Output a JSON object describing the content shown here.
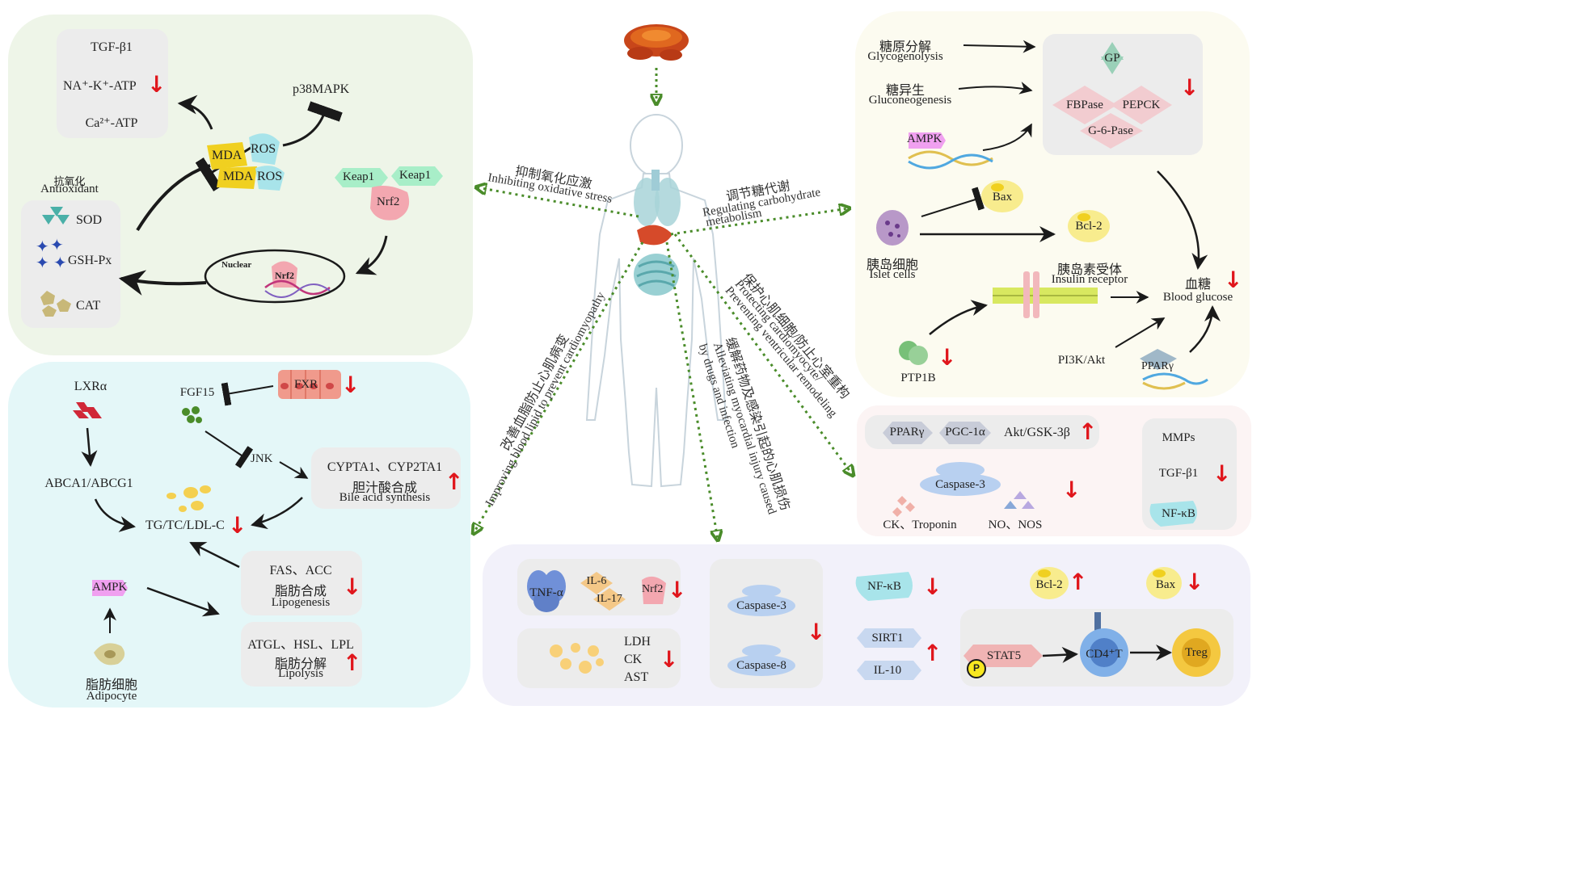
{
  "colors": {
    "red_arrow": "#e0161c",
    "green_dots": "#4a8c2a",
    "p1": "#eef5e8",
    "p2": "#fcfbf0",
    "p3": "#e4f7f8",
    "p4": "#fcf4f4",
    "p5": "#f2f1fa"
  },
  "pathways": {
    "ox": {
      "cn": "抑制氧化应激",
      "en": "Inhibiting oxidative stress"
    },
    "carb": {
      "cn": "调节糖代谢",
      "en1": "Regulating carbohydrate",
      "en2": "metabolism"
    },
    "lipid": {
      "cn": "改善血脂防止心肌病变",
      "en": "Improving blood lipid to prevent cardiomyopathy"
    },
    "drug": {
      "cn": "缓解药物及感染引起的心肌损伤",
      "en1": "Alleviating myocardial injury caused",
      "en2": "by drugs and infection"
    },
    "remodel": {
      "cn": "保护心肌细胞/防止心室重构",
      "en1": "Protecting cardiomyocyte/",
      "en2": "Preventing ventricular remodeling"
    }
  },
  "p1": {
    "tgf": "TGF-β1",
    "na": "NA⁺-K⁺-ATP",
    "ca": "Ca²⁺-ATP",
    "p38": "p38MAPK",
    "mda": "MDA",
    "ros": "ROS",
    "keap1": "Keap1",
    "nrf2": "Nrf2",
    "nuclear": "Nuclear",
    "antiox_cn": "抗氧化",
    "antiox_en": "Antioxidant",
    "sod": "SOD",
    "gsh": "GSH-Px",
    "cat": "CAT"
  },
  "p2": {
    "glyco_cn": "糖原分解",
    "glyco_en": "Glycogenolysis",
    "gluco_cn": "糖异生",
    "gluco_en": "Gluconeogenesis",
    "gp": "GP",
    "fbpase": "FBPase",
    "pepck": "PEPCK",
    "g6pase": "G-6-Pase",
    "ampk": "AMPK",
    "bax": "Bax",
    "bcl2": "Bcl-2",
    "islet_cn": "胰岛细胞",
    "islet_en": "Islet cells",
    "ins_cn": "胰岛素受体",
    "ins_en": "Insulin receptor",
    "bg_cn": "血糖",
    "bg_en": "Blood glucose",
    "ptp1b": "PTP1B",
    "pi3k": "PI3K/Akt",
    "ppar": "PPARγ"
  },
  "p3": {
    "lxr": "LXRα",
    "fgf15": "FGF15",
    "fxr": "FXR",
    "jnk": "JNK",
    "abca": "ABCA1/ABCG1",
    "cyp": "CYPTA1、CYP2TA1",
    "bile_cn": "胆汁酸合成",
    "bile_en": "Bile acid synthesis",
    "tg": "TG/TC/LDL-C",
    "fas": "FAS、ACC",
    "lipo_cn": "脂肪合成",
    "lipo_en": "Lipogenesis",
    "ampk": "AMPK",
    "atgl": "ATGL、HSL、LPL",
    "lys_cn": "脂肪分解",
    "lys_en": "Lipolysis",
    "adipo_cn": "脂肪细胞",
    "adipo_en": "Adipocyte"
  },
  "p4": {
    "ppar": "PPARγ",
    "pgc": "PGC-1α",
    "akt": "Akt/GSK-3β",
    "casp3": "Caspase-3",
    "ck": "CK、Troponin",
    "no": "NO、NOS",
    "mmps": "MMPs",
    "tgf": "TGF-β1",
    "nfkb": "NF-κB"
  },
  "p5": {
    "tnf": "TNF-α",
    "il6": "IL-6",
    "il17": "IL-17",
    "nrf2": "Nrf2",
    "ldh": "LDH",
    "ck": "CK",
    "ast": "AST",
    "casp3": "Caspase-3",
    "casp8": "Caspase-8",
    "nfkb": "NF-κB",
    "sirt1": "SIRT1",
    "il10": "IL-10",
    "bcl2": "Bcl-2",
    "bax": "Bax",
    "stat5": "STAT5",
    "p": "P",
    "cd4": "CD4⁺T",
    "treg": "Treg"
  },
  "arrows": {
    "down": "↓",
    "up": "↑"
  }
}
